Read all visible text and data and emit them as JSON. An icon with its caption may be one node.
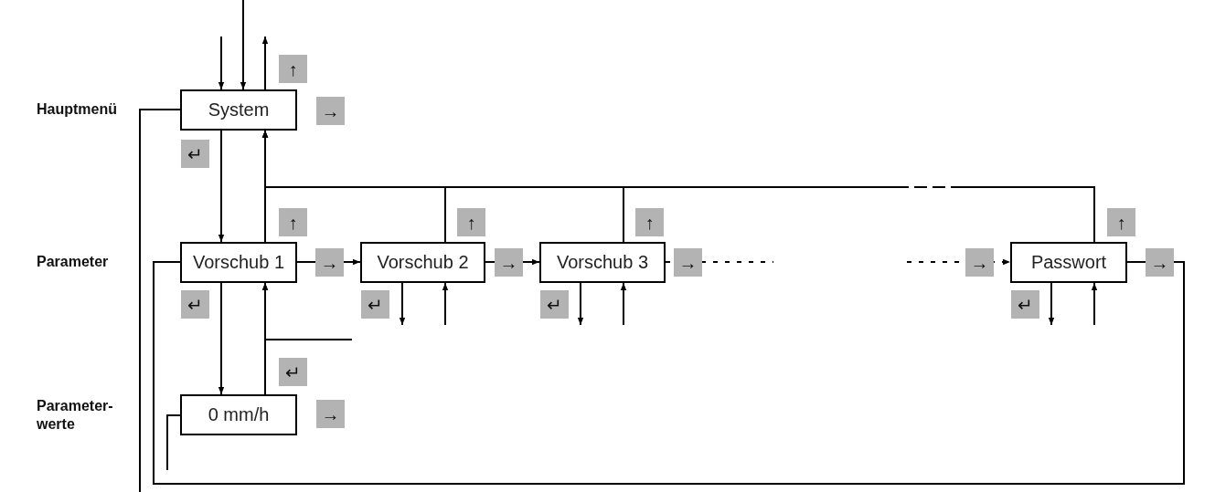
{
  "diagram": {
    "nodes": [
      {
        "text": [
          "System"
        ],
        "beside": [
          "→"
        ]
      },
      {
        "text": [
          "Vorschub 1"
        ]
      },
      {
        "text": [
          "Vorschub 2"
        ]
      },
      {
        "text": [
          "Vorschub 3"
        ]
      },
      {
        "text": [
          "Passwort"
        ]
      },
      {
        "text": [
          "0 mm/h"
        ],
        "beside": [
          "→"
        ]
      }
    ],
    "edges": [
      {
        "from": null,
        "to": 0,
        "arrow": "to"
      },
      {
        "from": null,
        "to": 0,
        "arrow": "to"
      },
      {
        "from": 0,
        "to": null,
        "arrow": "to",
        "label": "↑"
      },
      {
        "from": 0,
        "to": 1,
        "arrow": "to",
        "label": "↵"
      },
      {
        "from": 1,
        "to": 0,
        "arrow": "to",
        "label": "↑"
      },
      {
        "from": 2,
        "to": 0,
        "arrow": "to",
        "label": "↑"
      },
      {
        "from": 3,
        "to": 0,
        "arrow": "to",
        "label": "↑"
      },
      {
        "from": 4,
        "to": 0,
        "arrow": "to",
        "label": "↑",
        "style": "dashed"
      },
      {
        "from": 1,
        "to": 5,
        "arrow": "to",
        "label": "↵"
      },
      {
        "from": 5,
        "to": 1,
        "arrow": "to",
        "label": "↵"
      },
      {
        "from": null,
        "to": 1,
        "arrow": "to"
      },
      {
        "from": 2,
        "to": null,
        "arrow": "to",
        "label": "↵"
      },
      {
        "from": null,
        "to": 2,
        "arrow": "to"
      },
      {
        "from": 3,
        "to": null,
        "arrow": "to",
        "label": "↵"
      },
      {
        "from": null,
        "to": 3,
        "arrow": "to"
      },
      {
        "from": 4,
        "to": null,
        "arrow": "to",
        "label": "↵"
      },
      {
        "from": null,
        "to": 4,
        "arrow": "to"
      },
      {
        "from": 1,
        "to": 2,
        "arrow": "to",
        "label": "→"
      },
      {
        "from": 2,
        "to": 3,
        "arrow": "to",
        "label": "→"
      },
      {
        "from": 3,
        "to": null,
        "arrow": "none",
        "label": "→",
        "style": "dashed"
      },
      {
        "from": null,
        "to": 4,
        "arrow": "to",
        "label": "→",
        "style": "dashed"
      },
      {
        "from": 4,
        "to": 1,
        "arrow": "none",
        "label": "→"
      },
      {
        "from": 0,
        "to": null,
        "arrow": "none"
      },
      {
        "from": 5,
        "to": null,
        "arrow": "none"
      }
    ],
    "labels": [
      "Hauptmenü",
      "Parameter",
      "Parameter- werte"
    ]
  }
}
